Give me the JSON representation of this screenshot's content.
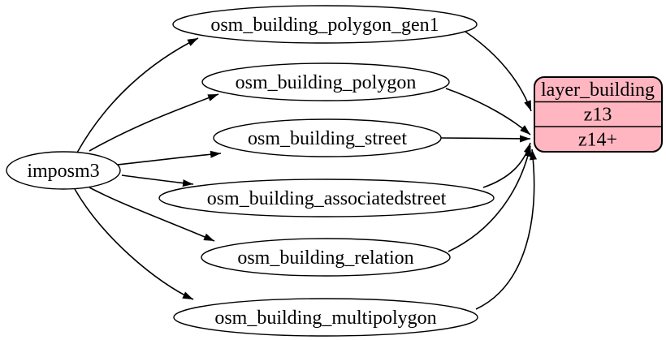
{
  "diagram": {
    "type": "graphviz-flow",
    "background_color": "#ffffff",
    "edge_color": "#000000",
    "source": {
      "label": "imposm3"
    },
    "tables": [
      {
        "label": "osm_building_polygon_gen1"
      },
      {
        "label": "osm_building_polygon"
      },
      {
        "label": "osm_building_street"
      },
      {
        "label": "osm_building_associatedstreet"
      },
      {
        "label": "osm_building_relation"
      },
      {
        "label": "osm_building_multipolygon"
      }
    ],
    "layer": {
      "title": "layer_building",
      "rows": [
        {
          "label": "z13"
        },
        {
          "label": "z14+"
        }
      ],
      "fill_color": "#ffb6c1"
    },
    "edges": [
      {
        "from": "imposm3",
        "to": "osm_building_polygon_gen1"
      },
      {
        "from": "imposm3",
        "to": "osm_building_polygon"
      },
      {
        "from": "imposm3",
        "to": "osm_building_street"
      },
      {
        "from": "imposm3",
        "to": "osm_building_associatedstreet"
      },
      {
        "from": "imposm3",
        "to": "osm_building_relation"
      },
      {
        "from": "imposm3",
        "to": "osm_building_multipolygon"
      },
      {
        "from": "osm_building_polygon_gen1",
        "to": "layer_building:z13"
      },
      {
        "from": "osm_building_polygon",
        "to": "layer_building:z14+"
      },
      {
        "from": "osm_building_street",
        "to": "layer_building:z14+"
      },
      {
        "from": "osm_building_associatedstreet",
        "to": "layer_building:z14+"
      },
      {
        "from": "osm_building_relation",
        "to": "layer_building:z14+"
      },
      {
        "from": "osm_building_multipolygon",
        "to": "layer_building:z14+"
      }
    ]
  }
}
